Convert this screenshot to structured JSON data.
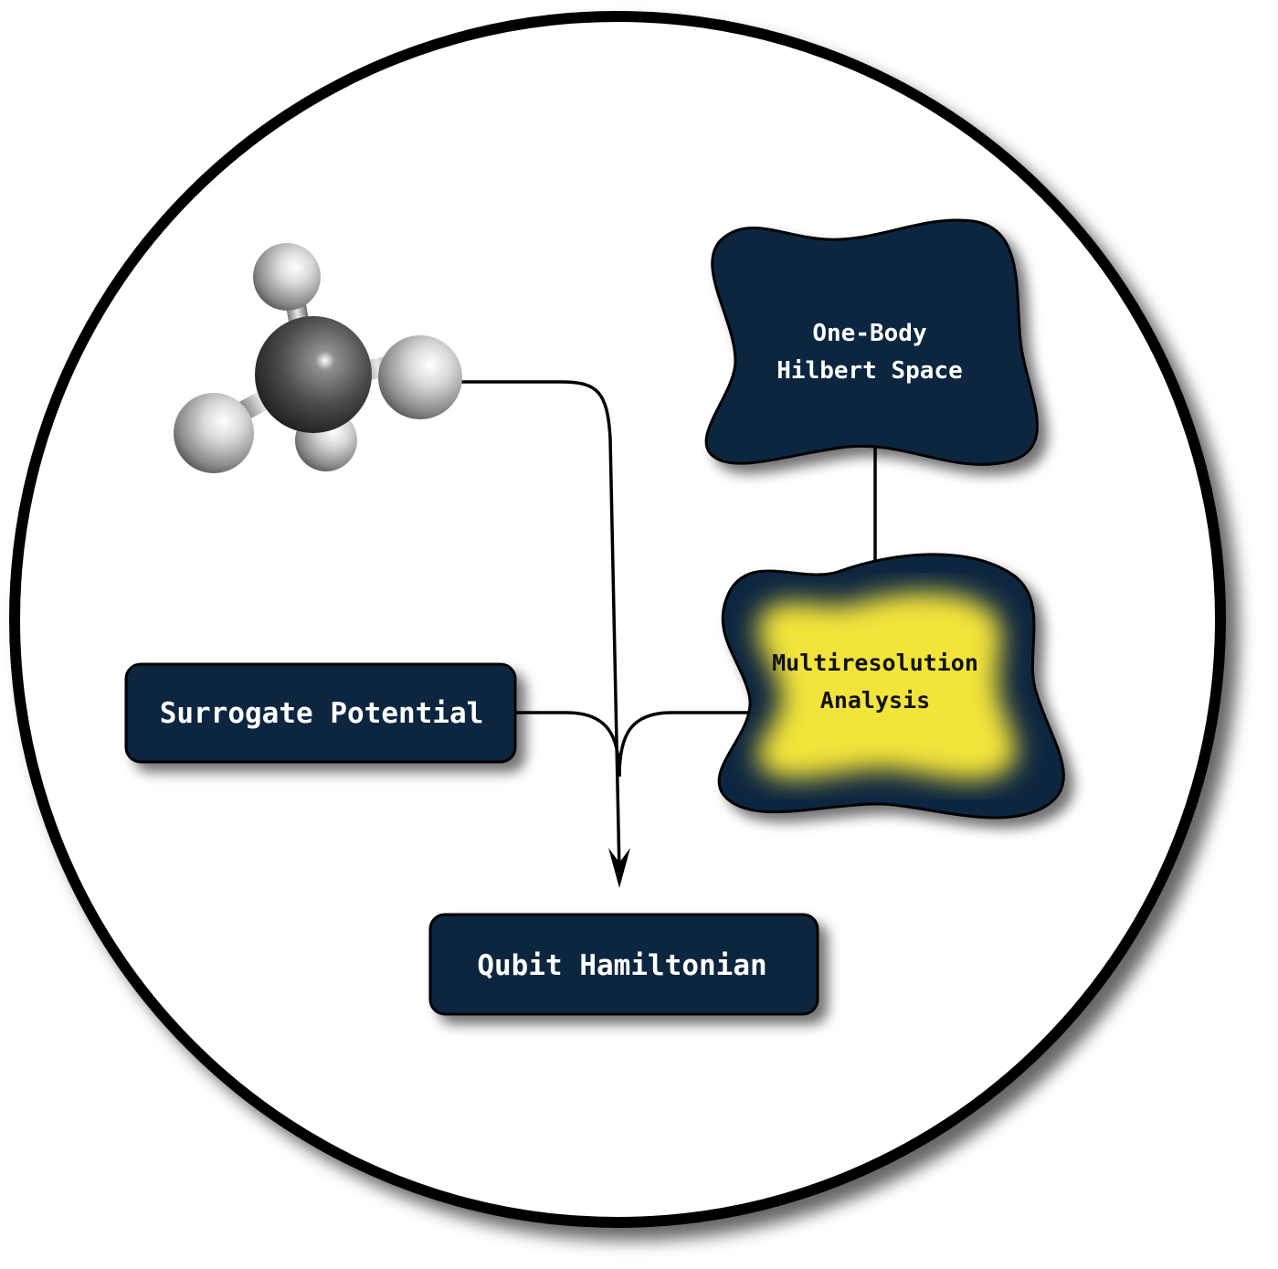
{
  "colors": {
    "node_fill": "#0b283f",
    "highlight_fill": "#f3e43b",
    "outline": "#000000",
    "canvas_background": "#ffffff",
    "atom_carbon": "#4a4a4a",
    "atom_hydrogen": "#cfcfcf"
  },
  "nodes": {
    "surrogate_potential": {
      "label": "Surrogate Potential"
    },
    "qubit_hamiltonian": {
      "label": "Qubit Hamiltonian"
    },
    "one_body_hilbert_space": {
      "lines": [
        "One-Body",
        "Hilbert Space"
      ]
    },
    "multiresolution_analysis": {
      "lines": [
        "Multiresolution",
        "Analysis"
      ]
    }
  },
  "icons": {
    "molecule": "methane-molecule-icon"
  },
  "edges": [
    {
      "from": "molecule",
      "to": "qubit_hamiltonian",
      "arrow": true
    },
    {
      "from": "surrogate_potential",
      "to": "qubit_hamiltonian",
      "arrow": true
    },
    {
      "from": "multiresolution_analysis",
      "to": "qubit_hamiltonian",
      "arrow": true
    },
    {
      "from": "one_body_hilbert_space",
      "to": "multiresolution_analysis",
      "arrow": false
    }
  ]
}
